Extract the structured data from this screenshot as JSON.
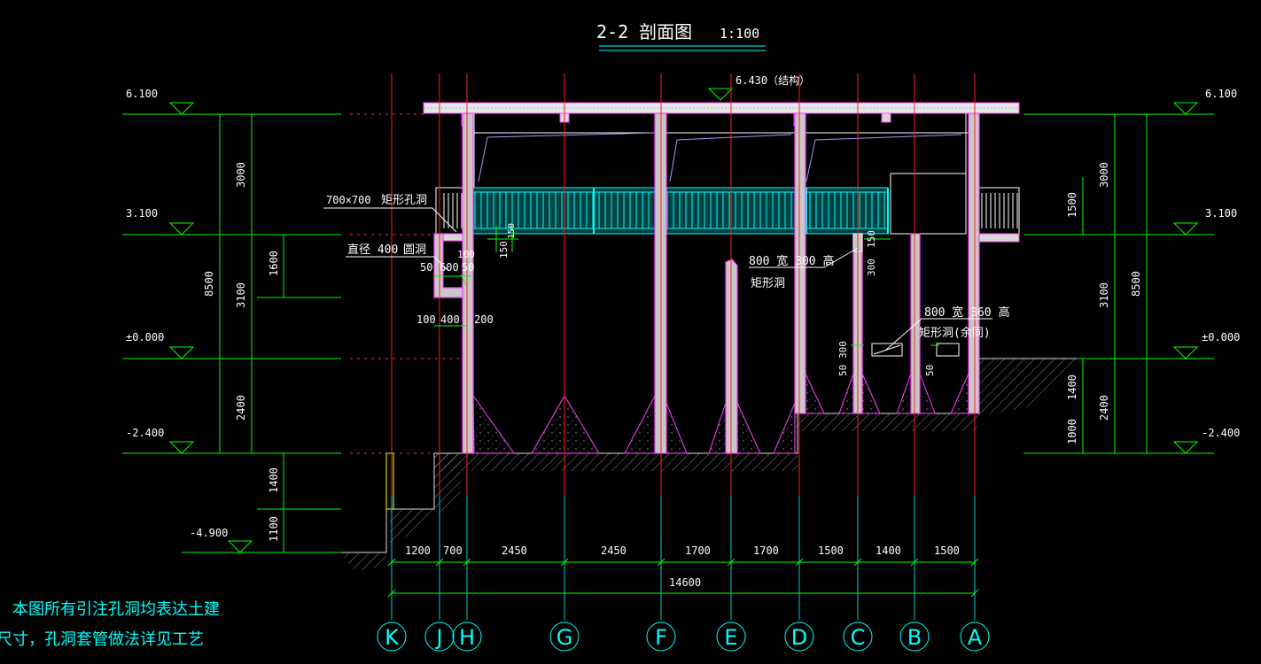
{
  "title": {
    "main": "2-2 剖面图",
    "scale": "1:100"
  },
  "roof_mark": "6.430（结构）",
  "elevations_left": [
    "6.100",
    "3.100",
    "±0.000",
    "-2.400",
    "-4.900"
  ],
  "elevations_right": [
    "6.100",
    "3.100",
    "±0.000",
    "-2.400"
  ],
  "left_dims": {
    "overall": "8500",
    "segments": [
      "3000",
      "3100",
      "2400"
    ],
    "inner": "1600",
    "lower": [
      "1400",
      "1100"
    ]
  },
  "right_dims": {
    "overall": "8500",
    "segments": [
      "3000",
      "3100",
      "2400"
    ],
    "inner": [
      "1500",
      "1400",
      "1000"
    ]
  },
  "annotations": {
    "rect_hole_top": "700×700",
    "rect_hole_top_label": "矩形孔洞",
    "round_hole": "直径 400",
    "round_hole_label": "圆洞",
    "hole_dims": [
      "50",
      "600",
      "50",
      "100",
      "100",
      "400",
      "200",
      "150",
      "150"
    ],
    "rect_hole_mid": "800 宽 300 高",
    "rect_hole_mid_label": "矩形洞",
    "mid_dims": [
      "150",
      "300"
    ],
    "rect_hole_low": "800 宽 360 高",
    "rect_hole_low_label": "矩形洞(余同)",
    "low_dims": [
      "50",
      "300",
      "50"
    ]
  },
  "bottom_dims": {
    "segments": [
      "1200",
      "700",
      "2450",
      "2450",
      "1700",
      "1700",
      "1500",
      "1400",
      "1500"
    ],
    "total": "14600"
  },
  "axes": [
    "K",
    "J",
    "H",
    "G",
    "F",
    "E",
    "D",
    "C",
    "B",
    "A"
  ],
  "note": {
    "line1": "本图所有引注孔洞均表达土建",
    "line2": "尺寸，孔洞套管做法详见工艺"
  }
}
